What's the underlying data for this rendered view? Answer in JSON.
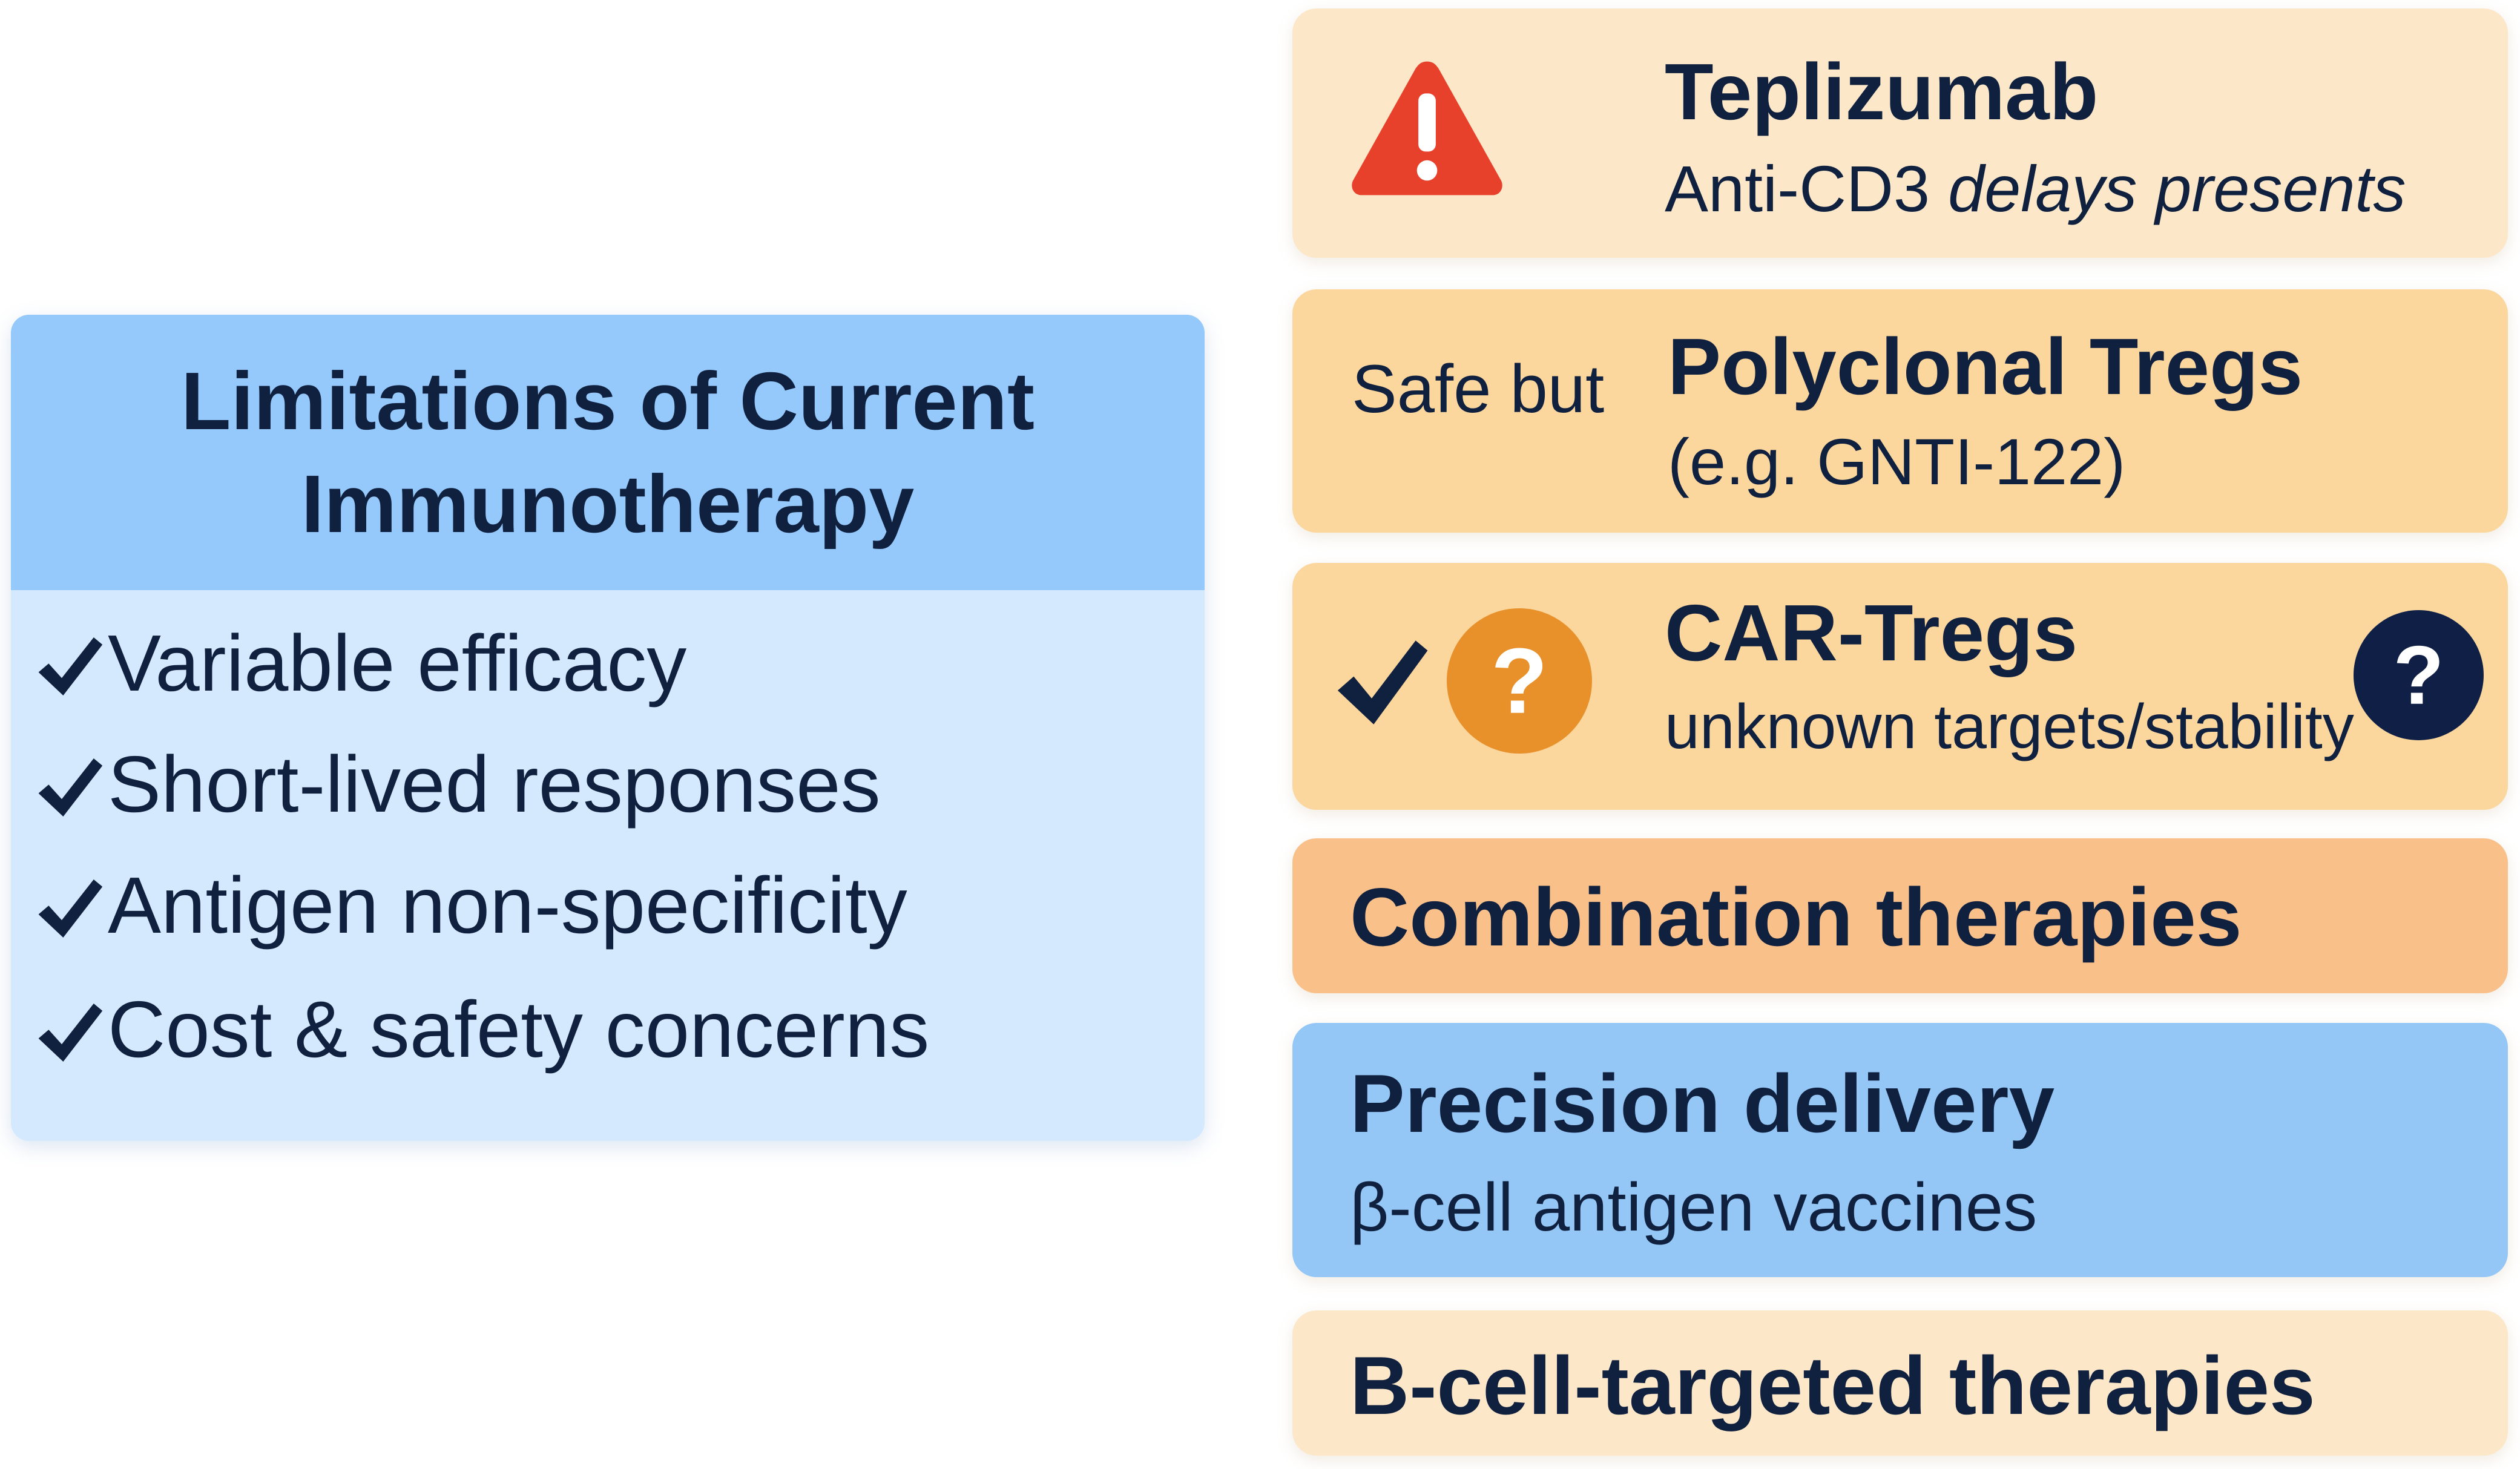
{
  "limitations_panel": {
    "title_line1": "Limitations of Current",
    "title_line2": "Immunotherapy",
    "items": [
      "Variable efficacy",
      "Short-lived responses",
      "Antigen non-specificity",
      "Cost & safety concerns"
    ]
  },
  "cards": [
    {
      "title": "Teplizumab",
      "subtitle_plain": "Anti-CD3 ",
      "subtitle_italic": "delays presents",
      "icon": "warning-icon"
    },
    {
      "prefix": "Safe but",
      "title": "Polyclonal Tregs",
      "subtitle": "(e.g. GNTI-122)"
    },
    {
      "title": "CAR-Tregs",
      "subtitle": "unknown targets/stability",
      "icons": [
        "check-icon",
        "question-icon-orange",
        "question-icon-navy"
      ]
    },
    {
      "title": "Combination therapies"
    },
    {
      "title": "Precision delivery",
      "subtitle": "β-cell antigen vaccines"
    },
    {
      "title": "B-cell-targeted therapies"
    }
  ],
  "colors": {
    "text": "#10203f",
    "left_header": "#95c8fb",
    "left_body": "#d4e9fd",
    "cream": "#fce8c9",
    "orange": "#fbd69d",
    "peach": "#f9c08a",
    "blue": "#94c6f6",
    "warning_red": "#e8412b",
    "question_orange": "#e8902a",
    "question_navy": "#0f1f45"
  }
}
